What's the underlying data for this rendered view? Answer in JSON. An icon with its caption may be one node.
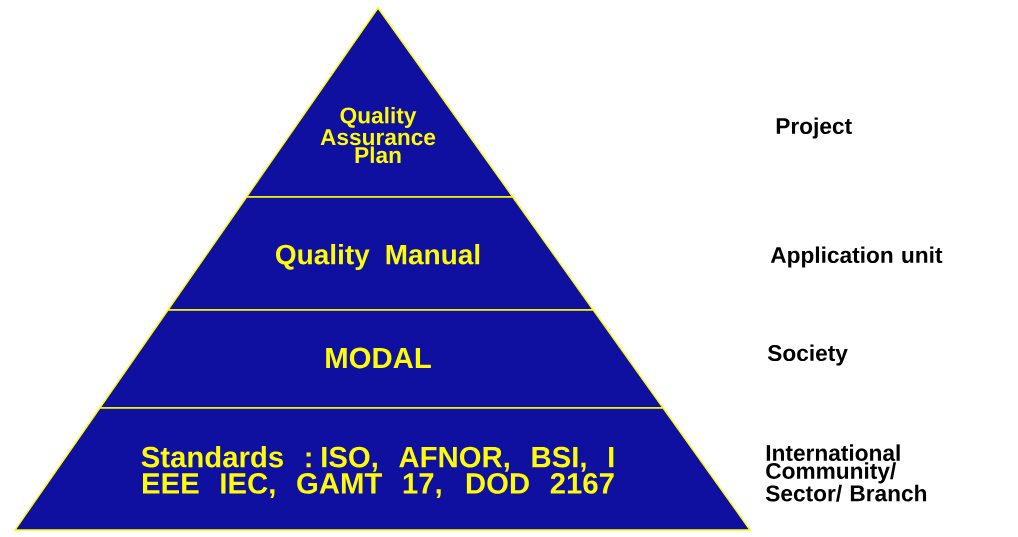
{
  "diagram": {
    "nodes": [
      {
        "text": [
          "Quality Assurance Plan"
        ]
      },
      {
        "text": [
          "Quality Manual"
        ]
      },
      {
        "text": [
          "MODAL"
        ]
      },
      {
        "text": [
          "Standards : ISO, AFNOR, BSI, I EEE IEC, GAMT 17, DOD 2167"
        ]
      }
    ],
    "labels": [
      "Project",
      "Application unit",
      "Society",
      "International Community/ Sector/ Branch"
    ]
  }
}
